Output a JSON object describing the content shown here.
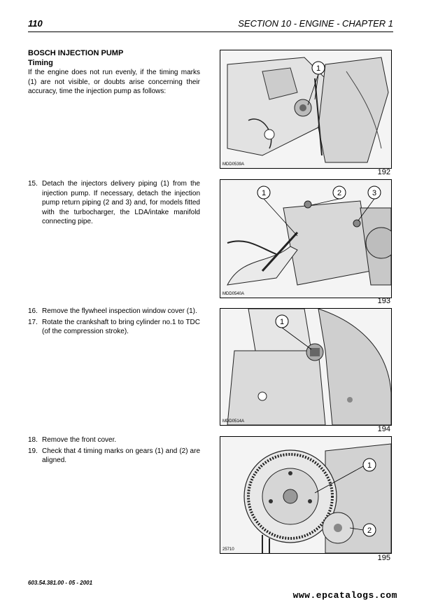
{
  "header": {
    "page_number": "110",
    "section_title": "SECTION 10 - ENGINE - CHAPTER 1"
  },
  "intro": {
    "heading": "BOSCH INJECTION PUMP",
    "subheading": "Timing",
    "paragraph": "If the engine does not run evenly, if the timing marks (1) are not visible, or doubts arise concerning their accuracy, time the injection pump as follows:"
  },
  "steps": [
    {
      "num": "15.",
      "text": "Detach the injectors delivery piping (1) from the injection pump. If necessary, detach the injection pump return piping (2 and 3) and, for models fitted with the turbocharger, the LDA/intake manifold connecting pipe."
    },
    {
      "num": "16.",
      "text": "Remove the flywheel inspection window cover (1)."
    },
    {
      "num": "17.",
      "text": "Rotate the crankshaft to bring cylinder no.1 to TDC (of the compression stroke)."
    },
    {
      "num": "18.",
      "text": "Remove the front cover."
    },
    {
      "num": "19.",
      "text": "Check that 4 timing marks on gears (1) and (2) are aligned."
    }
  ],
  "figures": [
    {
      "number": "192",
      "code": "MDD0539A",
      "callouts": [
        "1"
      ]
    },
    {
      "number": "193",
      "code": "MDD0540A",
      "callouts": [
        "1",
        "2",
        "3"
      ]
    },
    {
      "number": "194",
      "code": "MDD0514A",
      "callouts": [
        "1"
      ]
    },
    {
      "number": "195",
      "code": "25710",
      "callouts": [
        "1",
        "2"
      ]
    }
  ],
  "footer": {
    "code": "603.54.381.00 - 05 - 2001"
  },
  "watermark": "www.epcatalogs.com"
}
